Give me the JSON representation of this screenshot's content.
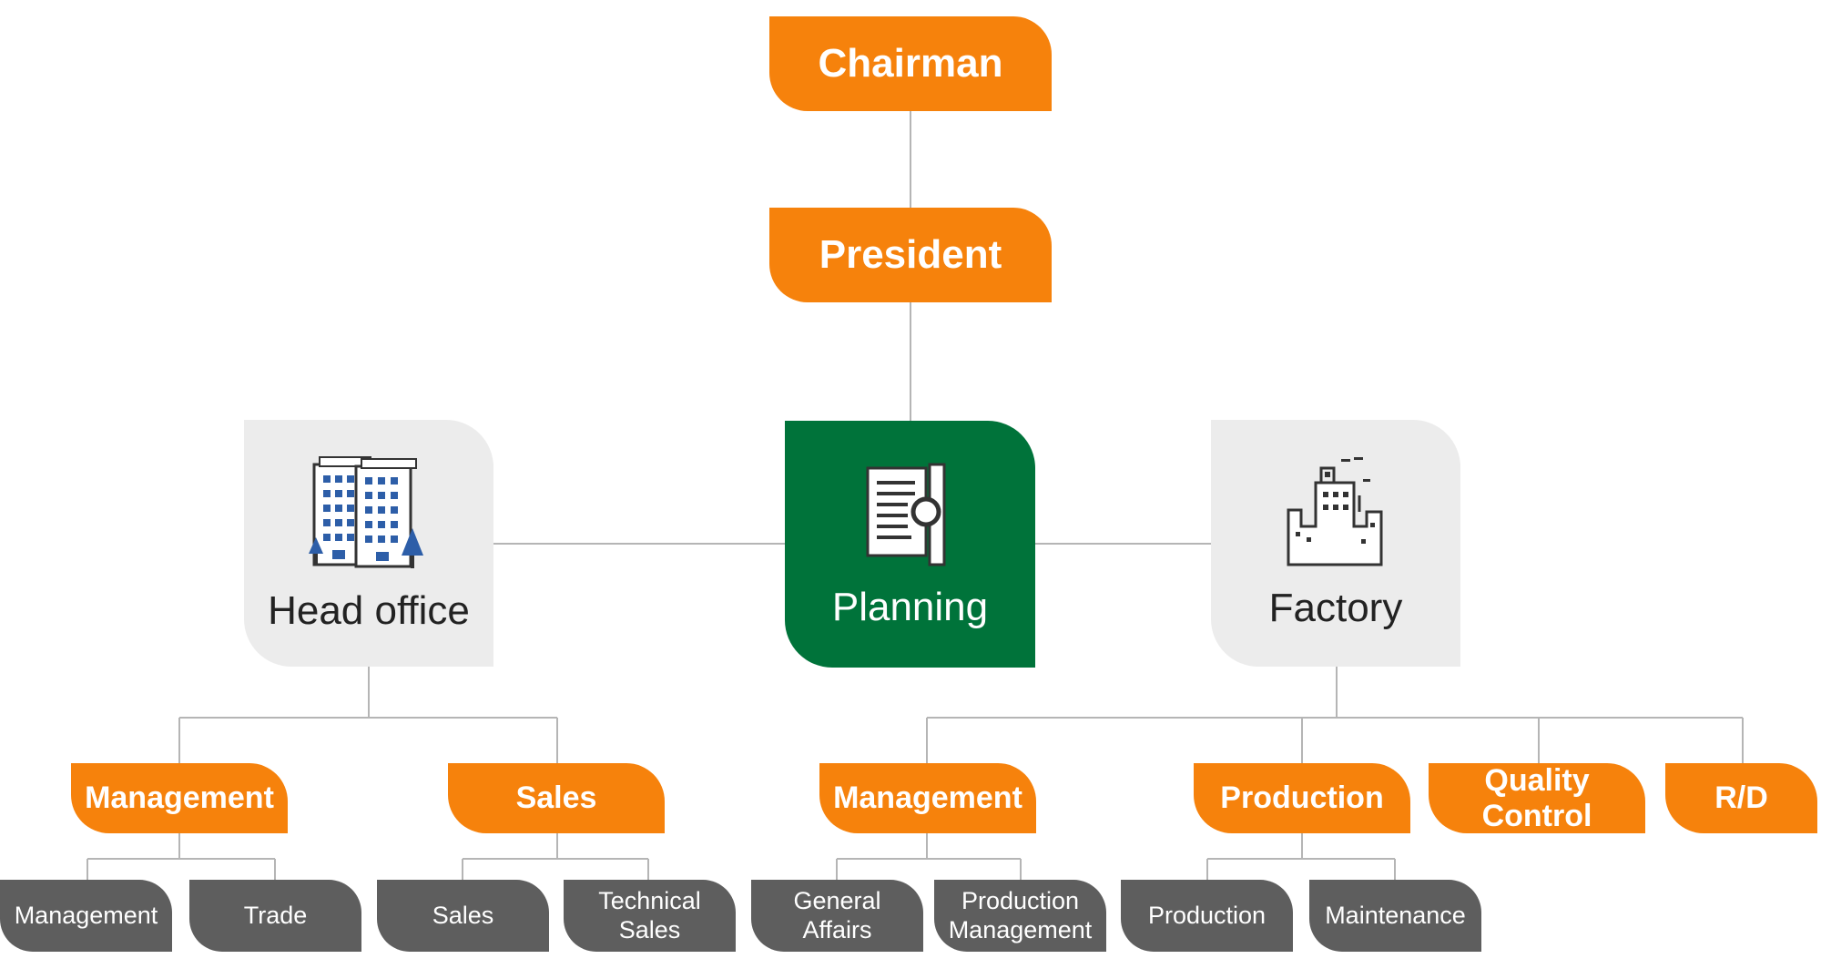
{
  "top": {
    "chairman": "Chairman",
    "president": "President"
  },
  "divisions": {
    "head_office": "Head office",
    "planning": "Planning",
    "factory": "Factory"
  },
  "departments": {
    "ho_management": "Management",
    "ho_sales": "Sales",
    "f_management": "Management",
    "f_production": "Production",
    "f_quality": "Quality Control",
    "f_rd": "R/D"
  },
  "teams": {
    "management": "Management",
    "trade": "Trade",
    "sales": "Sales",
    "technical_sales": "Technical\nSales",
    "general_affairs": "General\nAffairs",
    "production_management": "Production\nManagement",
    "production": "Production",
    "maintenance": "Maintenance"
  },
  "colors": {
    "accent_orange": "#f6820c",
    "planning_green": "#00733a",
    "panel_gray": "#ececec",
    "team_gray": "#5e5e5e",
    "connector": "#b5b5b5"
  },
  "icons": {
    "head_office": "office-buildings-icon",
    "planning": "document-binder-icon",
    "factory": "factory-icon"
  }
}
